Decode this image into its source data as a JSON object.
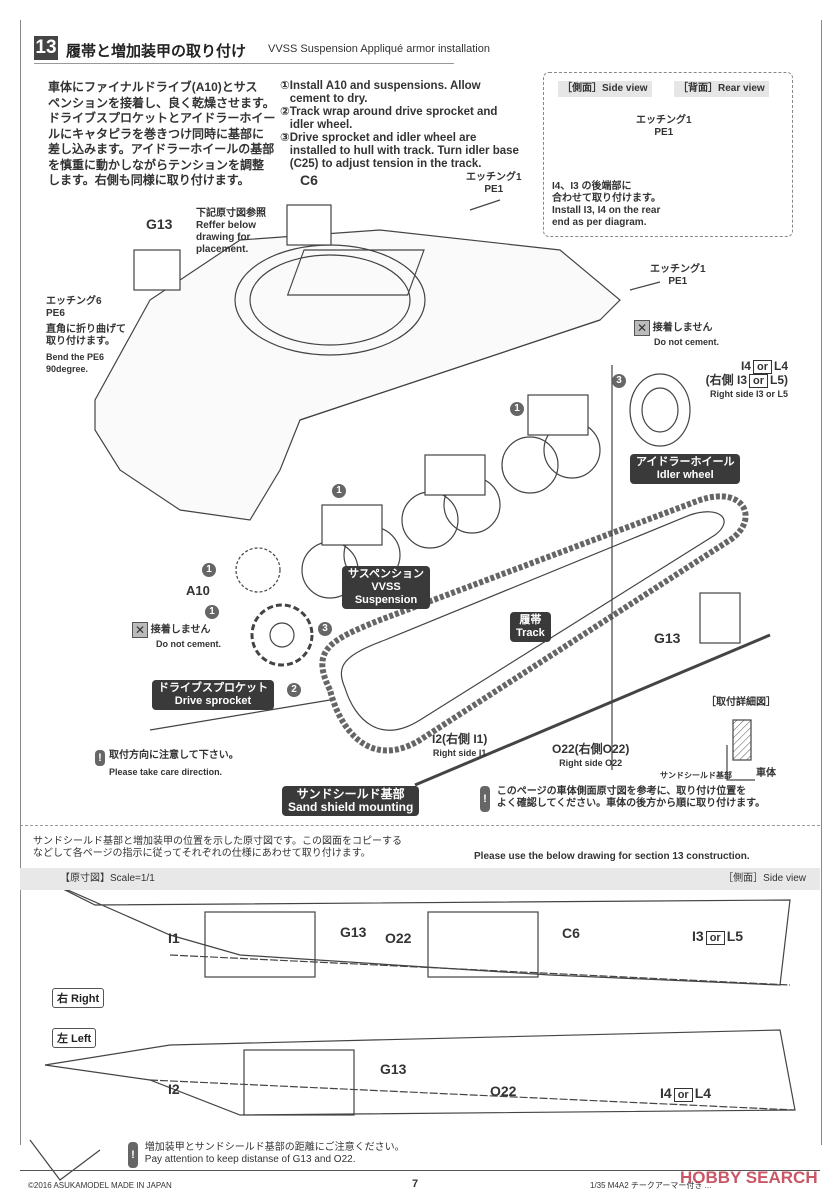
{
  "step": {
    "number": "13",
    "title_jp": "履帯と増加装甲の取り付け",
    "title_en": "VVSS Suspension Appliqué armor installation"
  },
  "intro_jp": [
    "車体にファイナルドライブ(A10)とサス",
    "ペンションを接着し、良く乾燥させます。",
    "ドライブスプロケットとアイドラーホイー",
    "ルにキャタピラを巻きつけ同時に基部に",
    "差し込みます。アイドラーホイールの基部",
    "を慎重に動かしながらテンションを調整",
    "します。右側も同様に取り付けます。"
  ],
  "instructions_en": [
    {
      "mark": "①",
      "text": "Install A10 and suspensions. Allow cement to dry."
    },
    {
      "mark": "②",
      "text": "Track wrap around drive sprocket and idler wheel."
    },
    {
      "mark": "③",
      "text": "Drive sprocket and idler wheel are installed to hull with track. Turn idler base (C25) to adjust tension in the track."
    }
  ],
  "inset": {
    "side_view": "［側面］Side view",
    "rear_view": "［背面］Rear view",
    "pe_jp": "エッチング1",
    "pe": "PE1",
    "note_jp": [
      "I4、I3 の後端部に",
      "合わせて取り付けます。"
    ],
    "note_en": [
      "Install I3, I4 on the rear",
      "end as per diagram."
    ]
  },
  "labels": {
    "c6": "C6",
    "g13": "G13",
    "placement_jp": "下記原寸図参照",
    "placement_en": [
      "Reffer below",
      "drawing for",
      "placement."
    ],
    "pe1_jp": "エッチング1",
    "pe1": "PE1",
    "pe6_jp": "エッチング6",
    "pe6": "PE6",
    "pe6_note_jp": [
      "直角に折り曲げて",
      "取り付けます。"
    ],
    "pe6_note_en": [
      "Bend the PE6",
      "90degree."
    ],
    "do_not_cement_jp": "接着しません",
    "do_not_cement_en": "Do not cement.",
    "idler_parts": {
      "a": "I4",
      "or": "or",
      "b": "L4",
      "right_jp_open": "(右側 I3",
      "right_b": "L5)",
      "right_en": "Right side I3 or L5"
    },
    "idler_wheel_jp": "アイドラーホイール",
    "idler_wheel_en": "Idler wheel",
    "suspension_jp": "サスペンション",
    "suspension_en": [
      "VVSS",
      "Suspension"
    ],
    "a10": "A10",
    "track_jp": "履帯",
    "track_en": "Track",
    "g13_right": "G13",
    "sprocket_jp": "ドライブスプロケット",
    "sprocket_en": "Drive sprocket",
    "direction_jp": "取付方向に注意して下さい。",
    "direction_en": "Please take care direction.",
    "i2": "I2(右側 I1)",
    "i2_en": "Right side I1",
    "o22": "O22(右側O22)",
    "o22_en": "Right side O22",
    "sand_jp": "サンドシールド基部",
    "sand_en": "Sand shield mounting",
    "detail_title": "［取付詳細図］",
    "detail_sand": "サンドシールド基部",
    "detail_hull": "車体",
    "page_note_jp": [
      "このページの車体側面原寸図を参考に、取り付け位置を",
      "よく確認してください。車体の後方から順に取り付けます。"
    ],
    "num1": "1",
    "num2": "2",
    "num3": "3"
  },
  "lower": {
    "intro_jp": [
      "サンドシールド基部と増加装甲の位置を示した原寸図です。この図面をコピーする",
      "などして各ページの指示に従ってそれぞれの仕様にあわせて取り付けます。"
    ],
    "intro_en": "Please use the below drawing for section 13 construction.",
    "scale": "【原寸図】Scale=1/1",
    "side_view": "［側面］Side view",
    "right_tag": "右 Right",
    "left_tag": "左 Left",
    "right": {
      "i1": "I1",
      "g13": "G13",
      "o22": "O22",
      "c6": "C6",
      "i3": "I3",
      "or": "or",
      "l5": "L5"
    },
    "left": {
      "g13": "G13",
      "i2": "I2",
      "o22": "O22",
      "i4": "I4",
      "or": "or",
      "l4": "L4"
    },
    "note_jp": "増加装甲とサンドシールド基部の距離にご注意ください。",
    "note_en": "Pay attention to keep distanse of G13 and O22."
  },
  "footer": {
    "copyright": "©2016 ASUKAMODEL  MADE IN JAPAN",
    "page": "7",
    "product": "1/35 M4A2 チークアーマー付き ... ",
    "watermark": "HOBBY SEARCH"
  }
}
